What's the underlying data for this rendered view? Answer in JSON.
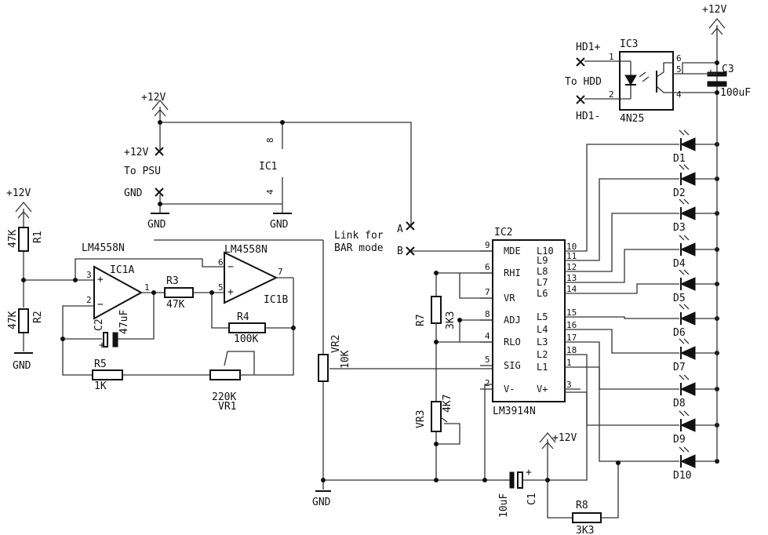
{
  "supply": {
    "plus12v": "+12V",
    "gnd": "GND"
  },
  "psu": {
    "plus12v_label": "+12V",
    "to_psu": "To PSU",
    "gnd_label": "GND"
  },
  "ic1_power": {
    "name": "IC1",
    "pin8": "8",
    "pin4": "4"
  },
  "bar_link": {
    "line1": "Link for",
    "line2": "BAR mode",
    "a": "A",
    "b": "B"
  },
  "opamp_a": {
    "part": "LM4558N",
    "ref": "IC1A",
    "pin1": "1",
    "pin2": "2",
    "pin3": "3"
  },
  "opamp_b": {
    "part": "LM4558N",
    "ref": "IC1B",
    "pin5": "5",
    "pin6": "6",
    "pin7": "7"
  },
  "resistors": {
    "r1": {
      "ref": "R1",
      "value": "47K"
    },
    "r2": {
      "ref": "R2",
      "value": "47K"
    },
    "r3": {
      "ref": "R3",
      "value": "47K"
    },
    "r4": {
      "ref": "R4",
      "value": "100K"
    },
    "r5": {
      "ref": "R5",
      "value": "1K"
    },
    "r7": {
      "ref": "R7",
      "value": "3K3"
    },
    "r8": {
      "ref": "R8",
      "value": "3K3"
    }
  },
  "pots": {
    "vr1": {
      "ref": "VR1",
      "value": "220K"
    },
    "vr2": {
      "ref": "VR2",
      "value": "10K"
    },
    "vr3": {
      "ref": "VR3",
      "value": "4K7"
    }
  },
  "capacitors": {
    "c1": {
      "ref": "C1",
      "value": "10uF"
    },
    "c2": {
      "ref": "C2",
      "value": "47uF"
    },
    "c3": {
      "ref": "C3",
      "value": "100uF"
    }
  },
  "ic2": {
    "ref": "IC2",
    "part": "LM3914N",
    "left_pins": [
      {
        "num": "9",
        "name": "MDE"
      },
      {
        "num": "6",
        "name": "RHI"
      },
      {
        "num": "7",
        "name": "VR"
      },
      {
        "num": "8",
        "name": "ADJ"
      },
      {
        "num": "4",
        "name": "RLO"
      },
      {
        "num": "5",
        "name": "SIG"
      },
      {
        "num": "2",
        "name": "V-"
      }
    ],
    "right_pins": [
      {
        "num": "10",
        "name": "L10"
      },
      {
        "num": "11",
        "name": "L9"
      },
      {
        "num": "12",
        "name": "L8"
      },
      {
        "num": "13",
        "name": "L7"
      },
      {
        "num": "14",
        "name": "L6"
      },
      {
        "num": "15",
        "name": "L5"
      },
      {
        "num": "16",
        "name": "L4"
      },
      {
        "num": "17",
        "name": "L3"
      },
      {
        "num": "18",
        "name": "L2"
      },
      {
        "num": "1",
        "name": "L1"
      },
      {
        "num": "3",
        "name": "V+"
      }
    ]
  },
  "ic3": {
    "ref": "IC3",
    "part": "4N25",
    "pins": [
      "1",
      "2",
      "4",
      "5",
      "6"
    ],
    "hd_plus": "HD1+",
    "hd_minus": "HD1-",
    "to_hdd": "To HDD"
  },
  "leds": [
    "D1",
    "D2",
    "D3",
    "D4",
    "D5",
    "D6",
    "D7",
    "D8",
    "D9",
    "D10"
  ],
  "colors": {
    "ink": "#111111",
    "wire": "#333333",
    "background": "#ffffff"
  }
}
